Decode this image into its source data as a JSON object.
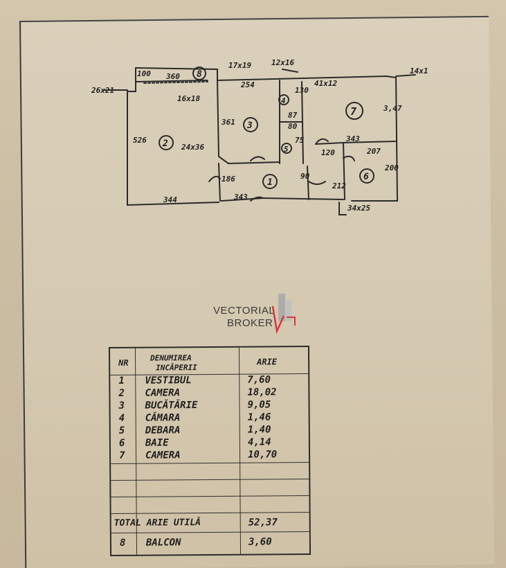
{
  "plan": {
    "dims": {
      "d100": "100",
      "d360": "360",
      "d17x19": "17x19",
      "d12x16": "12x16",
      "d14x1": "14x1",
      "d26x21": "26x21",
      "d16x18": "16x18",
      "d254": "254",
      "d130": "130",
      "d41x12": "41x12",
      "d347": "3,47",
      "d526": "526",
      "d361": "361",
      "d87": "87",
      "d80": "80",
      "d75": "75",
      "d343a": "343",
      "d24x36": "24x36",
      "d120": "120",
      "d207": "207",
      "d200": "200",
      "d186": "186",
      "d90": "90",
      "d212": "212",
      "d344": "344",
      "d343b": "343",
      "d34x25": "34x25"
    },
    "room_numbers": [
      "1",
      "2",
      "3",
      "4",
      "5",
      "6",
      "7",
      "8"
    ]
  },
  "brand": {
    "line1": "VECTORIAL",
    "line2": "BROKER",
    "accent": "#d9363e"
  },
  "legend": {
    "header": {
      "nr": "NR",
      "name_line1": "DENUMIREA",
      "name_line2": "INCĂPERII",
      "area": "ARIE"
    },
    "rows": [
      {
        "nr": "1",
        "name": "VESTIBUL",
        "area": "7,60"
      },
      {
        "nr": "2",
        "name": "CAMERA",
        "area": "18,02"
      },
      {
        "nr": "3",
        "name": "BUCĂTĂRIE",
        "area": "9,05"
      },
      {
        "nr": "4",
        "name": "CĂMARA",
        "area": "1,46"
      },
      {
        "nr": "5",
        "name": "DEBARA",
        "area": "1,40"
      },
      {
        "nr": "6",
        "name": "BAIE",
        "area": "4,14"
      },
      {
        "nr": "7",
        "name": "CAMERA",
        "area": "10,70"
      }
    ],
    "total": {
      "label": "TOTAL ARIE UTILĂ",
      "area": "52,37"
    },
    "balcon": {
      "nr": "8",
      "name": "BALCON",
      "area": "3,60"
    }
  }
}
